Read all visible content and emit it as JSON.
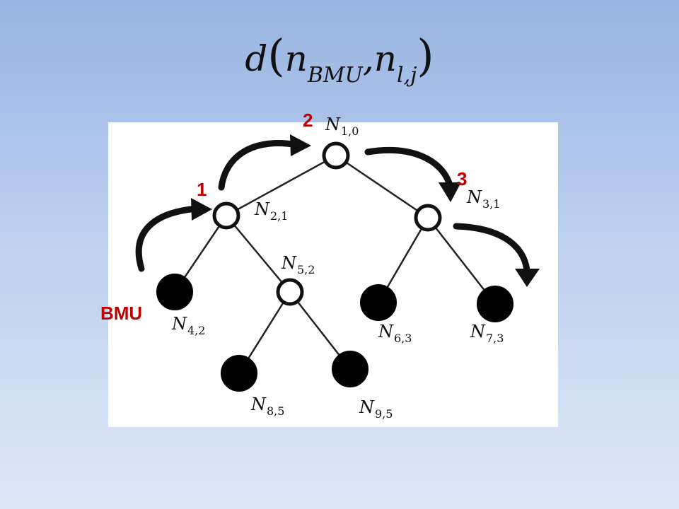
{
  "formula": {
    "fn": "d",
    "open": "(",
    "arg1": "n",
    "arg1_sub": "BMU",
    "sep": ",",
    "arg2": "n",
    "arg2_sub": "l,j",
    "close": ")"
  },
  "colors": {
    "step": "#c00000",
    "node_stroke": "#111111",
    "leaf_fill": "#000000"
  },
  "nodes": [
    {
      "id": "n10",
      "label": "N",
      "sub": "1,0",
      "kind": "internal"
    },
    {
      "id": "n21",
      "label": "N",
      "sub": "2,1",
      "kind": "internal"
    },
    {
      "id": "n31",
      "label": "N",
      "sub": "3,1",
      "kind": "internal"
    },
    {
      "id": "n42",
      "label": "N",
      "sub": "4,2",
      "kind": "leaf"
    },
    {
      "id": "n52",
      "label": "N",
      "sub": "5,2",
      "kind": "internal"
    },
    {
      "id": "n63",
      "label": "N",
      "sub": "6,3",
      "kind": "leaf"
    },
    {
      "id": "n73",
      "label": "N",
      "sub": "7,3",
      "kind": "leaf"
    },
    {
      "id": "n85",
      "label": "N",
      "sub": "8,5",
      "kind": "leaf"
    },
    {
      "id": "n95",
      "label": "N",
      "sub": "9,5",
      "kind": "leaf"
    }
  ],
  "edges": [
    [
      "n10",
      "n21"
    ],
    [
      "n10",
      "n31"
    ],
    [
      "n21",
      "n42"
    ],
    [
      "n21",
      "n52"
    ],
    [
      "n31",
      "n63"
    ],
    [
      "n31",
      "n73"
    ],
    [
      "n52",
      "n85"
    ],
    [
      "n52",
      "n95"
    ]
  ],
  "steps": {
    "s1": "1",
    "s2": "2",
    "s3": "3",
    "bmu": "BMU"
  }
}
